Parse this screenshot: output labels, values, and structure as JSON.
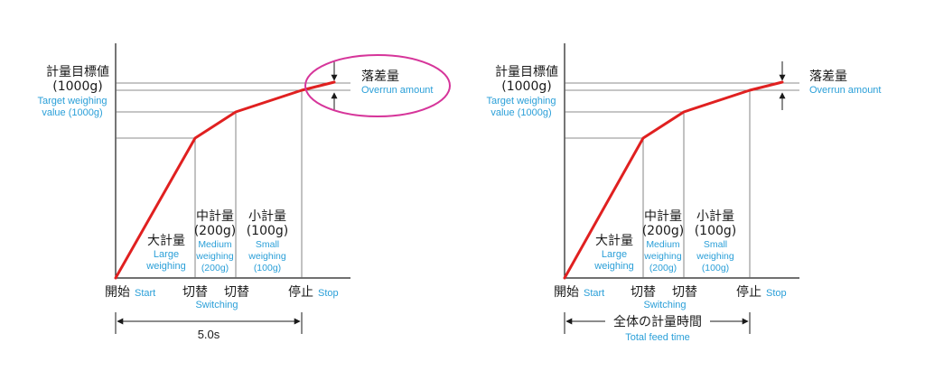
{
  "colors": {
    "curve": "#e02020",
    "english_text": "#2a9fd8",
    "highlight_ellipse": "#d6359a",
    "lines": "#555555"
  },
  "left_diagram": {
    "target": {
      "jp": "計量目標値",
      "value": "(1000g)",
      "en_line1": "Target weighing",
      "en_line2": "value (1000g)"
    },
    "overrun": {
      "jp": "落差量",
      "en": "Overrun amount"
    },
    "large": {
      "jp": "大計量",
      "en_line1": "Large",
      "en_line2": "weighing"
    },
    "medium": {
      "jp": "中計量",
      "value": "(200g)",
      "en_line1": "Medium",
      "en_line2": "weighing",
      "en_line3": "(200g)"
    },
    "small": {
      "jp": "小計量",
      "value": "(100g)",
      "en_line1": "Small",
      "en_line2": "weighing",
      "en_line3": "(100g)"
    },
    "start": {
      "jp": "開始",
      "en": "Start"
    },
    "switch1": "切替",
    "switch2": "切替",
    "switching_en": "Switching",
    "stop": {
      "jp": "停止",
      "en": "Stop"
    },
    "duration": "5.0s"
  },
  "right_diagram": {
    "target": {
      "jp": "計量目標値",
      "value": "(1000g)",
      "en_line1": "Target weighing",
      "en_line2": "value (1000g)"
    },
    "overrun": {
      "jp": "落差量",
      "en": "Overrun amount"
    },
    "large": {
      "jp": "大計量",
      "en_line1": "Large",
      "en_line2": "weighing"
    },
    "medium": {
      "jp": "中計量",
      "value": "(200g)",
      "en_line1": "Medium",
      "en_line2": "weighing",
      "en_line3": "(200g)"
    },
    "small": {
      "jp": "小計量",
      "value": "(100g)",
      "en_line1": "Small",
      "en_line2": "weighing",
      "en_line3": "(100g)"
    },
    "start": {
      "jp": "開始",
      "en": "Start"
    },
    "switch1": "切替",
    "switch2": "切替",
    "switching_en": "Switching",
    "stop": {
      "jp": "停止",
      "en": "Stop"
    },
    "total_jp": "全体の計量時間",
    "total_en": "Total feed time"
  }
}
